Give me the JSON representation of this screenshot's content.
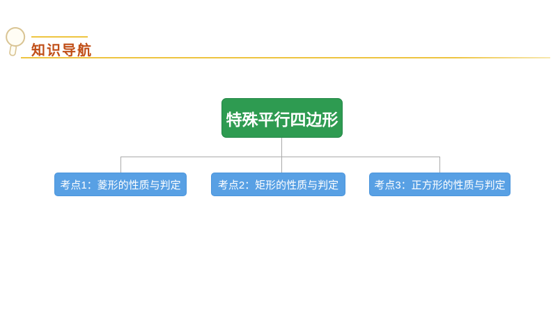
{
  "header": {
    "title": "知识导航",
    "icon": "magnifier-icon",
    "accent_color": "#eec43f",
    "title_color": "#c04e17"
  },
  "diagram": {
    "type": "tree",
    "root": {
      "label": "特殊平行四边形",
      "bg_color": "#2e9b51",
      "text_color": "#ffffff"
    },
    "children": [
      {
        "label": "考点1：菱形的性质与判定"
      },
      {
        "label": "考点2：矩形的性质与判定"
      },
      {
        "label": "考点3：正方形的性质与判定"
      }
    ],
    "child_bg_color": "#58a0e4",
    "child_text_color": "#ffffff",
    "connector_color": "#a9a9a9"
  }
}
